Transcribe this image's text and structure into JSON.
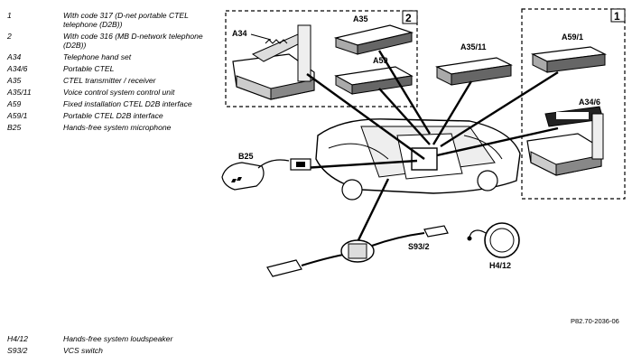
{
  "legend": [
    {
      "code": "1",
      "desc": "With code 317 (D-net portable CTEL telephone (D2B))"
    },
    {
      "code": "2",
      "desc": "With code 316 (MB D-network telephone (D2B))"
    },
    {
      "code": "A34",
      "desc": "Telephone hand set"
    },
    {
      "code": "A34/6",
      "desc": "Portable CTEL"
    },
    {
      "code": "A35",
      "desc": "CTEL transmitter / receiver"
    },
    {
      "code": "A35/11",
      "desc": "Voice control system control unit"
    },
    {
      "code": "A59",
      "desc": "Fixed installation CTEL D2B interface"
    },
    {
      "code": "A59/1",
      "desc": "Portable CTEL D2B interface"
    },
    {
      "code": "B25",
      "desc": "Hands-free system microphone"
    }
  ],
  "legend_bottom": [
    {
      "code": "H4/12",
      "desc": "Hands-free system loudspeaker"
    },
    {
      "code": "S93/2",
      "desc": "VCS switch"
    }
  ],
  "diagram": {
    "box1_number": "1",
    "box2_number": "2",
    "labels": {
      "a34": "A34",
      "a35": "A35",
      "a59": "A59",
      "a35_11": "A35/11",
      "a59_1": "A59/1",
      "a34_6": "A34/6",
      "b25": "B25",
      "s93_2": "S93/2",
      "h4_12": "H4/12"
    }
  },
  "reference": "P82.70-2036-06"
}
